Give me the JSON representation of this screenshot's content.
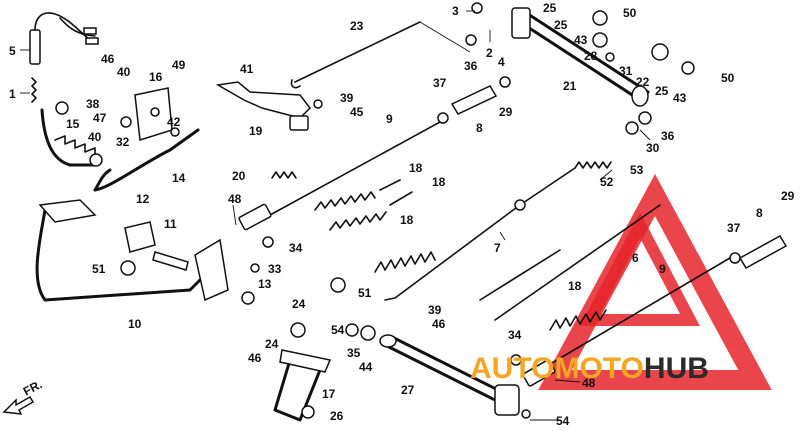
{
  "callouts": {
    "c1": "1",
    "c2": "2",
    "c3": "3",
    "c4": "4",
    "c5": "5",
    "c6": "6",
    "c7": "7",
    "c8a": "8",
    "c8b": "8",
    "c9a": "9",
    "c9b": "9",
    "c10": "10",
    "c11": "11",
    "c12": "12",
    "c13": "13",
    "c14": "14",
    "c15": "15",
    "c16": "16",
    "c17": "17",
    "c18a": "18",
    "c18b": "18",
    "c18c": "18",
    "c18d": "18",
    "c19": "19",
    "c20": "20",
    "c21": "21",
    "c22": "22",
    "c23": "23",
    "c24a": "24",
    "c24b": "24",
    "c25a": "25",
    "c25b": "25",
    "c25c": "25",
    "c26": "26",
    "c27": "27",
    "c28": "28",
    "c29a": "29",
    "c29b": "29",
    "c30": "30",
    "c31": "31",
    "c32": "32",
    "c33": "33",
    "c34a": "34",
    "c34b": "34",
    "c35": "35",
    "c36a": "36",
    "c36b": "36",
    "c37a": "37",
    "c37b": "37",
    "c38": "38",
    "c39a": "39",
    "c39b": "39",
    "c40a": "40",
    "c40b": "40",
    "c41": "41",
    "c42": "42",
    "c43a": "43",
    "c43b": "43",
    "c44": "44",
    "c45": "45",
    "c46a": "46",
    "c46b": "46",
    "c46c": "46",
    "c47": "47",
    "c48a": "48",
    "c48b": "48",
    "c49": "49",
    "c50a": "50",
    "c50b": "50",
    "c51a": "51",
    "c51b": "51",
    "c52": "52",
    "c53": "53",
    "c54a": "54",
    "c54b": "54"
  },
  "direction_label": "FR.",
  "watermark": {
    "part1": "AUTO",
    "part2": "MOTO",
    "part3": "HUB",
    "color_red": "#e5242a",
    "color_orange": "#f6a623",
    "color_dark": "#2b2b2b"
  }
}
